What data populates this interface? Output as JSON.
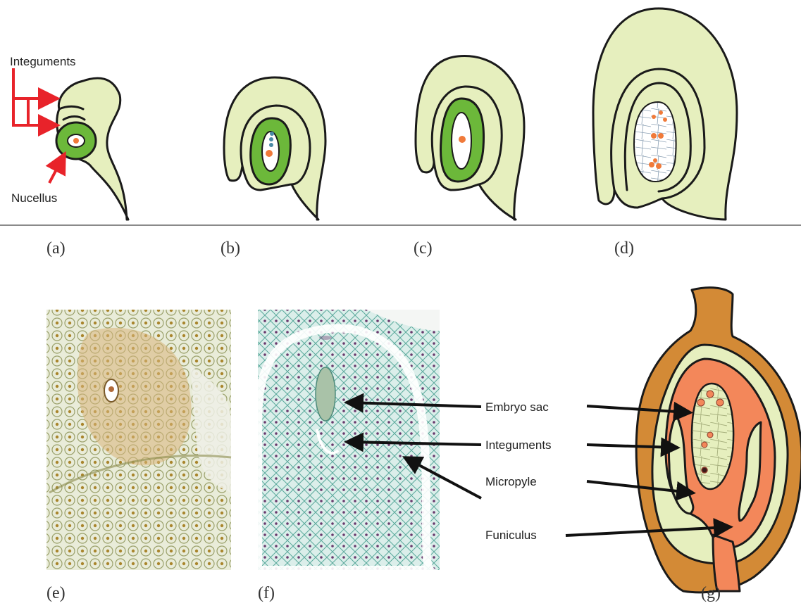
{
  "top_row": {
    "labels": {
      "integuments": "Integuments",
      "nucellus": "Nucellus"
    },
    "panels": [
      "(a)",
      "(b)",
      "(c)",
      "(d)"
    ]
  },
  "bottom_row": {
    "panels": [
      "(e)",
      "(f)",
      "(g)"
    ],
    "callouts": [
      "Embryo sac",
      "Integuments",
      "Micropyle",
      "Funiculus"
    ]
  },
  "colors": {
    "tissue": "#e6efbe",
    "nucellus": "#6cb83a",
    "embryo_sac_cell": "#f07a3a",
    "seed_coat": "#d38a36",
    "inner_ovule": "#f3875a",
    "arrow_red": "#e8232a",
    "arrow_black": "#111111"
  }
}
